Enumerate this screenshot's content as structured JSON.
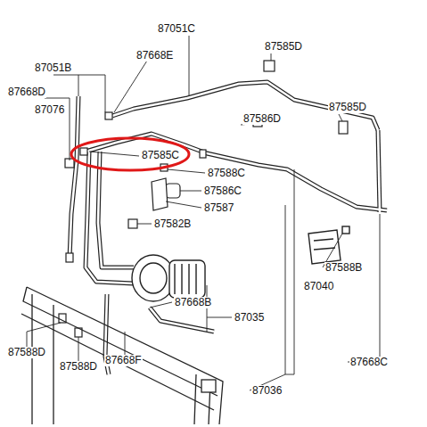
{
  "diagram": {
    "labels": [
      "87051C",
      "87585D",
      "87668E",
      "87051B",
      "87668D",
      "87586D",
      "87585D",
      "87076",
      "87585C",
      "87588C",
      "87586C",
      "87587",
      "87582B",
      "87588B",
      "87040",
      "87668B",
      "87035",
      "87588D",
      "87588D",
      "87668F",
      "87668C",
      "87036"
    ]
  }
}
